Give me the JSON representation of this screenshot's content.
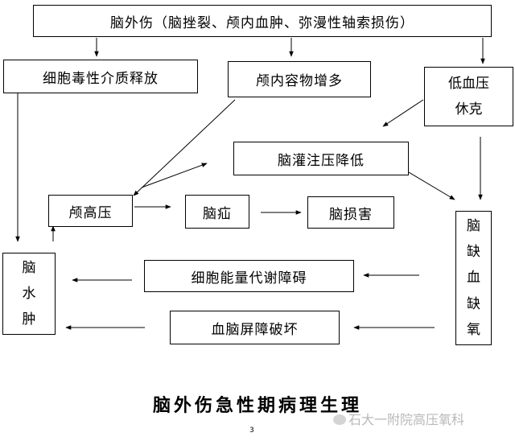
{
  "diagram": {
    "top": "脑外伤（脑挫裂、颅内血肿、弥漫性轴索损伤）",
    "toxic": "细胞毒性介质释放",
    "intracranial_volume": "颅内容物增多",
    "low_bp": [
      "低血压",
      "休克"
    ],
    "perfusion": "脑灌注压降低",
    "icp": "颅高压",
    "herniation": "脑疝",
    "brain_injury": "脑损害",
    "edema": [
      "脑",
      "水",
      "肿"
    ],
    "ischemia": [
      "脑",
      "缺",
      "血",
      "缺",
      "氧"
    ],
    "energy": "细胞能量代谢障碍",
    "bbb": "血脑屏障破坏"
  },
  "title": "脑外伤急性期病理生理",
  "page_number": "3",
  "watermark": "石大一附院高压氧科",
  "colors": {
    "line": "#000000",
    "background": "#ffffff",
    "watermark": "#b8b8b8"
  }
}
